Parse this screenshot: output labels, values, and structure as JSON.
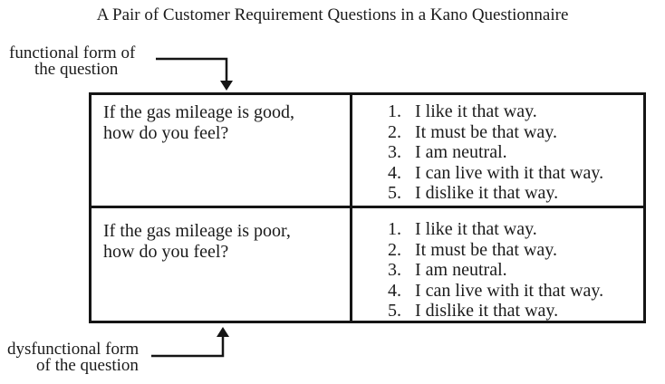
{
  "title": "A Pair of Customer Requirement Questions in a Kano Questionnaire",
  "functional_label": {
    "line1": "functional form of",
    "line2": "the question"
  },
  "dysfunctional_label": {
    "line1": "dysfunctional form",
    "line2": "of the question"
  },
  "table": {
    "rows": [
      {
        "question_line1": "If the gas mileage is good,",
        "question_line2": "how do you feel?",
        "options": [
          {
            "num": "1.",
            "text": "I like it that way."
          },
          {
            "num": "2.",
            "text": "It must be that way."
          },
          {
            "num": "3.",
            "text": "I am neutral."
          },
          {
            "num": "4.",
            "text": "I can live with it that way."
          },
          {
            "num": "5.",
            "text": "I dislike it that way."
          }
        ]
      },
      {
        "question_line1": "If the gas mileage is poor,",
        "question_line2": "how do you feel?",
        "options": [
          {
            "num": "1.",
            "text": "I like it that way."
          },
          {
            "num": "2.",
            "text": "It must be that way."
          },
          {
            "num": "3.",
            "text": "I am neutral."
          },
          {
            "num": "4.",
            "text": "I can live with it that way."
          },
          {
            "num": "5.",
            "text": "I dislike it that way."
          }
        ]
      }
    ]
  },
  "colors": {
    "ink": "#1b1b1b",
    "line": "#151515",
    "background": "#ffffff"
  }
}
